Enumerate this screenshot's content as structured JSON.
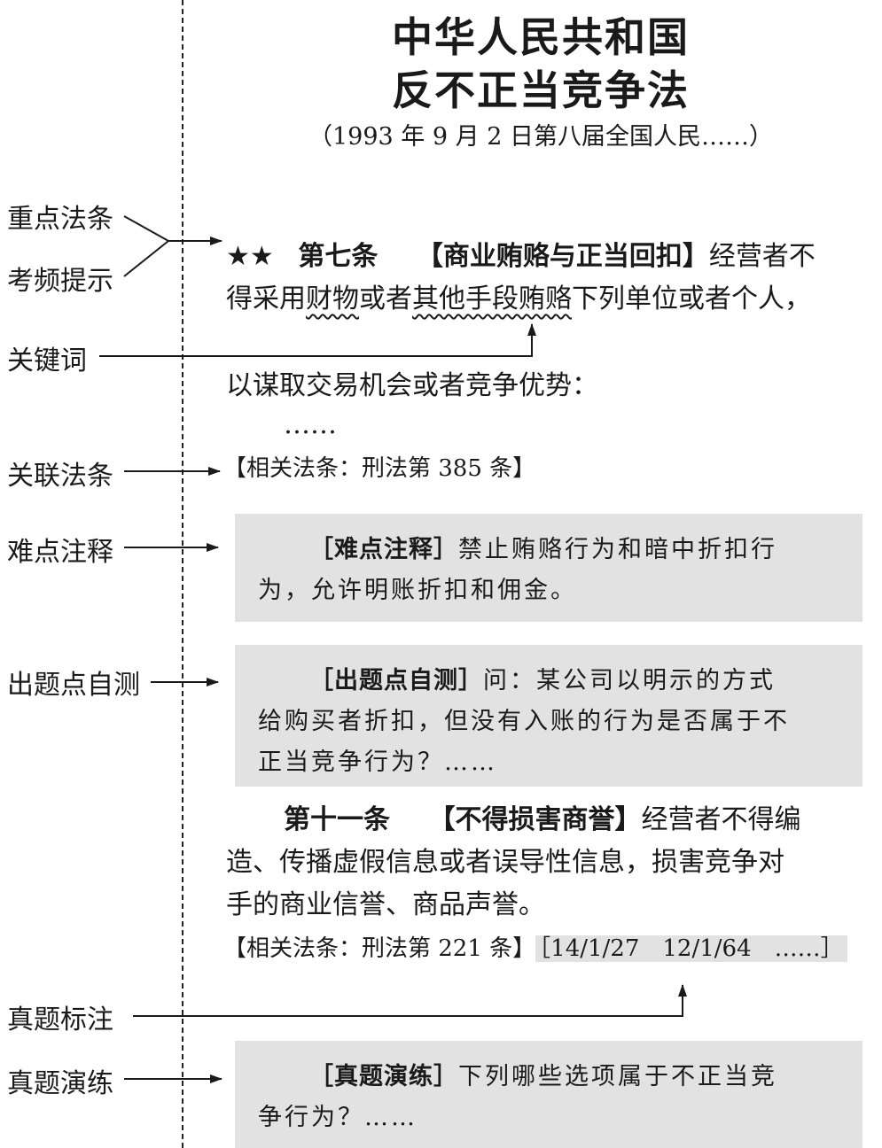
{
  "title": {
    "line1": "中华人民共和国",
    "line2": "反不正当竞争法",
    "subtitle": "（1993 年 9 月 2 日第八届全国人民……）"
  },
  "labels": {
    "key_article": "重点法条",
    "exam_frequency": "考频提示",
    "keyword": "关键词",
    "related_article": "关联法条",
    "difficulty_note": "难点注释",
    "self_test": "出题点自测",
    "exam_marker": "真题标注",
    "exam_practice": "真题演练"
  },
  "article7": {
    "stars": "★★",
    "number": "第七条",
    "heading": "【商业贿赂与正当回扣】",
    "text_a": "经营者不",
    "text_b": "得采用",
    "keyword1": "财物",
    "text_c": "或者",
    "keyword2": "其他手段贿赂",
    "text_d": "下列单位或者个人，",
    "text_e": "以谋取交易机会或者竞争优势：",
    "ellipsis": "……",
    "related": "【相关法条：刑法第 385 条】"
  },
  "difficulty_box": {
    "head": "［难点注释］",
    "text_a": "禁止贿赂行为和暗中折扣行",
    "text_b": "为，允许明账折扣和佣金。"
  },
  "selftest_box": {
    "head": "［出题点自测］",
    "text_a": "问：某公司以明示的方式",
    "text_b": "给购买者折扣，但没有入账的行为是否属于不",
    "text_c": "正当竞争行为？……"
  },
  "article11": {
    "number": "第十一条",
    "heading": "【不得损害商誉】",
    "text_a": "经营者不得编",
    "text_b": "造、传播虚假信息或者误导性信息，损害竞争对",
    "text_c": "手的商业信誉、商品声誉。",
    "related": "【相关法条：刑法第 221 条】",
    "exam_refs": "［14/1/27　12/1/64　……］"
  },
  "practice_box": {
    "head": "［真题演练］",
    "text_a": "下列哪些选项属于不正当竞",
    "text_b": "争行为？……"
  }
}
